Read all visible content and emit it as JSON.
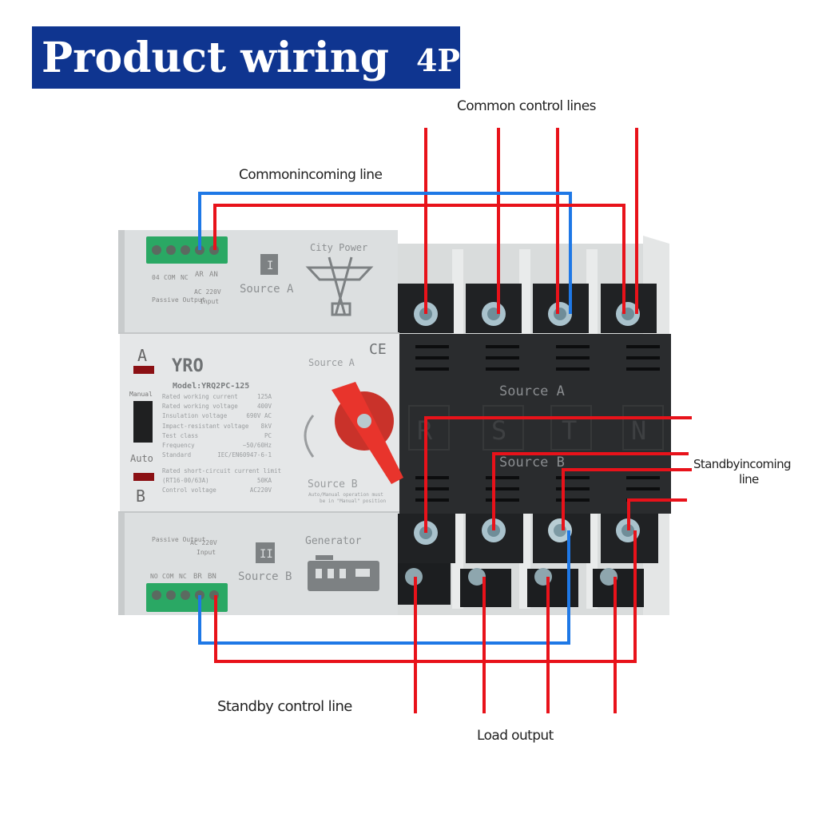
{
  "title": {
    "main": "Product wiring",
    "suffix": "4P"
  },
  "labels": {
    "common_control": "Common control lines",
    "common_incoming": "Commonincoming line",
    "standby_incoming_1": "Standbyincoming",
    "standby_incoming_2": "line",
    "standby_control": "Standby control line",
    "load_output": "Load output"
  },
  "device": {
    "brand": "YRO",
    "model": "Model:YRQ2PC-125",
    "ce_mark": "CE",
    "indicator_a": "A",
    "indicator_b": "B",
    "mode_manual": "Manual",
    "mode_auto": "Auto",
    "specs": [
      {
        "name": "Rated working current",
        "value": "125A"
      },
      {
        "name": "Rated working voltage",
        "value": "400V"
      },
      {
        "name": "Insulation voltage",
        "value": "690V AC"
      },
      {
        "name": "Impact-resistant voltage",
        "value": "8kV"
      },
      {
        "name": "Test class",
        "value": "PC"
      },
      {
        "name": "Frequency",
        "value": "~50/60Hz"
      },
      {
        "name": "Standard",
        "value": "IEC/EN60947-6-1"
      },
      {
        "name": "Rated short-circuit current limit",
        "value": ""
      },
      {
        "name": "(RT16-00/63A)",
        "value": "50KA"
      },
      {
        "name": "Control voltage",
        "value": "AC220V"
      }
    ],
    "handle_top": "Source A",
    "handle_bottom": "Source B",
    "handle_note_1": "Auto/Manual operation must",
    "handle_note_2": "be in \"Manual\" position",
    "top_module": {
      "roman": "I",
      "source": "Source A",
      "power_label": "City Power",
      "terminals": [
        "04",
        "COM",
        "NC",
        "AR",
        "AN"
      ],
      "passive_output": "Passive Output",
      "input_label_1": "AC 220V",
      "input_label_2": "Input"
    },
    "bottom_module": {
      "roman": "II",
      "source": "Source B",
      "power_label": "Generator",
      "terminals": [
        "NO",
        "COM",
        "NC",
        "BR",
        "BN"
      ],
      "passive_output": "Passive Output",
      "input_label_1": "AC 220V",
      "input_label_2": "Input"
    },
    "cover_source_a": "Source A",
    "cover_source_b": "Source B",
    "pole_letters": [
      "R",
      "S",
      "T",
      "N"
    ]
  },
  "colors": {
    "banner": "#0f3590",
    "wire_red": "#e8121a",
    "wire_blue": "#1e78e6",
    "terminal_green": "#2aa864",
    "knob_red": "#e8342c"
  }
}
